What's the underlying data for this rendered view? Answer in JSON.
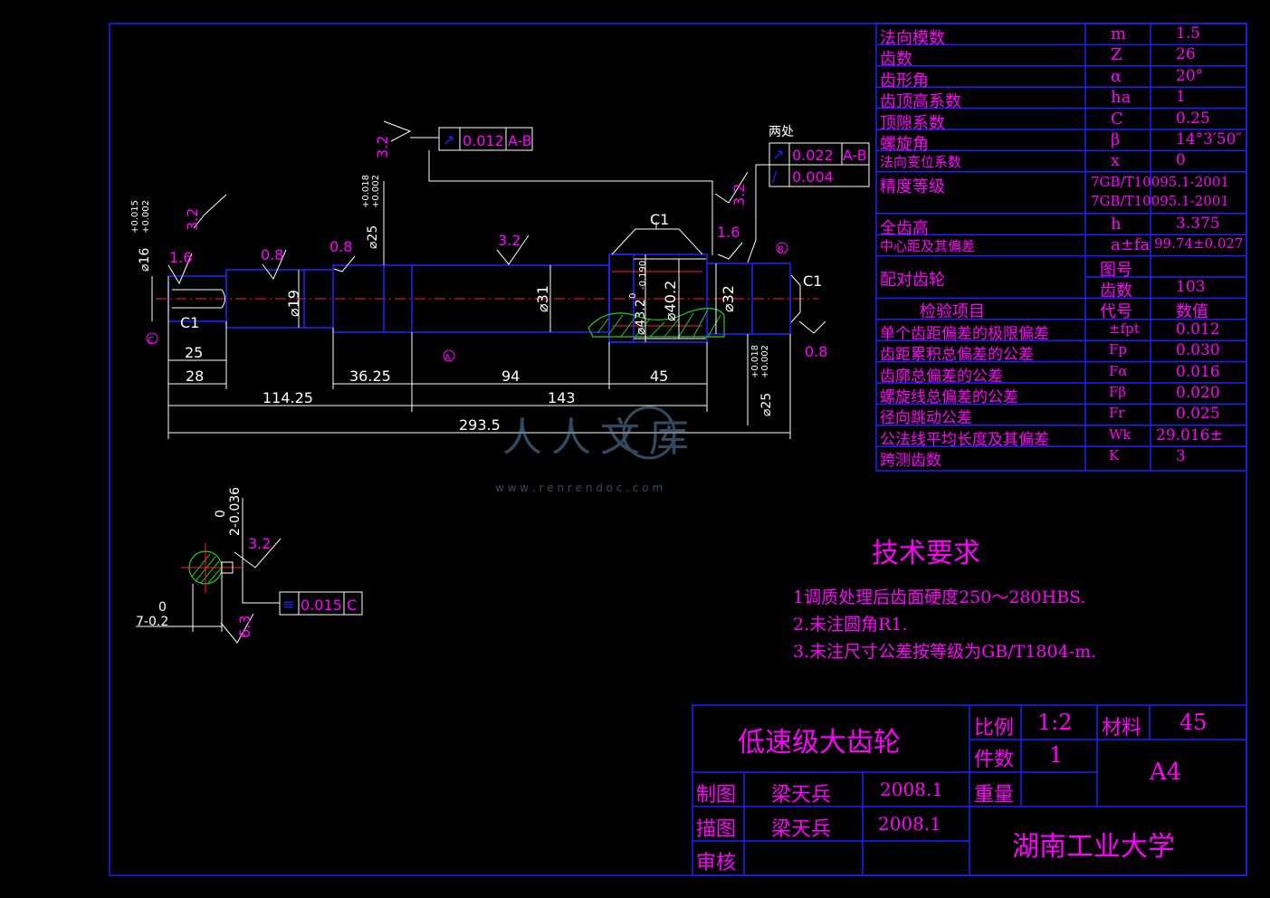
{
  "colors": {
    "background": "#000000",
    "frame": "#2020ff",
    "text": "#ff00ff",
    "outline": "#ffffff",
    "centerline": "#ff2020",
    "hatch": "#22cc22"
  },
  "params_table": [
    {
      "name": "法向模数",
      "symbol": "m",
      "value": "1.5"
    },
    {
      "name": "齿数",
      "symbol": "Z",
      "value": "26"
    },
    {
      "name": "齿形角",
      "symbol": "α",
      "value": "20°"
    },
    {
      "name": "齿顶高系数",
      "symbol": "ha",
      "value": "1"
    },
    {
      "name": "顶隙系数",
      "symbol": "C",
      "value": "0.25"
    },
    {
      "name": "螺旋角",
      "symbol": "β",
      "value": "14°3′50″"
    },
    {
      "name": "法向变位系数",
      "symbol": "x",
      "value": "0"
    },
    {
      "name": "精度等级",
      "symbol": "7GB/T10095.1-2001",
      "value": "7GB/T10095.1-2001"
    },
    {
      "name": "全齿高",
      "symbol": "h",
      "value": "3.375"
    },
    {
      "name": "中心距及其偏差",
      "symbol": "a±fa",
      "value": "99.74±0.027"
    }
  ],
  "mating_gear": {
    "label": "配对齿轮",
    "rows": [
      {
        "name": "图号",
        "value": ""
      },
      {
        "name": "齿数",
        "value": "103"
      }
    ]
  },
  "inspection": {
    "header": {
      "item": "检验项目",
      "code": "代号",
      "value": "数值"
    },
    "rows": [
      {
        "name": "单个齿距偏差的极限偏差",
        "symbol": "±fpt",
        "value": "0.012"
      },
      {
        "name": "齿距累积总偏差的公差",
        "symbol": "Fp",
        "value": "0.030"
      },
      {
        "name": "齿廓总偏差的公差",
        "symbol": "Fα",
        "value": "0.016"
      },
      {
        "name": "螺旋线总偏差的公差",
        "symbol": "Fβ",
        "value": "0.020"
      },
      {
        "name": "径向跳动公差",
        "symbol": "Fr",
        "value": "0.025"
      },
      {
        "name": "公法线平均长度及其偏差",
        "symbol": "Wk",
        "value": "29.016±"
      },
      {
        "name": "跨测齿数",
        "symbol": "K",
        "value": "3"
      }
    ]
  },
  "tech_requirements": {
    "title": "技术要求",
    "items": [
      "1调质处理后齿面硬度250～280HBS.",
      "2.未注圆角R1.",
      "3.未注尺寸公差按等级为GB/T1804-m."
    ]
  },
  "title_block": {
    "part_name": "低速级大齿轮",
    "scale_label": "比例",
    "scale": "1:2",
    "material_label": "材料",
    "material": "45",
    "quantity_label": "件数",
    "quantity": "1",
    "weight_label": "重量",
    "sheet": "A4",
    "drawn_label": "制图",
    "drawn_by": "梁天兵",
    "drawn_date": "2008.1",
    "traced_label": "描图",
    "traced_by": "梁天兵",
    "traced_date": "2008.1",
    "checked_label": "审核",
    "school": "湖南工业大学"
  },
  "drawing": {
    "dims": [
      "25",
      "28",
      "36.25",
      "94",
      "45",
      "114.25",
      "143",
      "293.5"
    ],
    "diameters": [
      "⌀19",
      "⌀31",
      "⌀40.2",
      "⌀32",
      "⌀43.2",
      "⌀16",
      "⌀25",
      "⌀25"
    ],
    "tolerances": {
      "d16_upper": "+0.015",
      "d16_lower": "+0.002",
      "d25_upper": "+0.018",
      "d25_lower": "+0.002",
      "d432_upper": "0",
      "d432_lower": "-0.190",
      "keyway_upper": "0",
      "keyway_lower": "2-0.036",
      "key_depth_upper": "0",
      "key_depth_lower": "7-0.2"
    },
    "chamfers": [
      "C1",
      "C1",
      "C1"
    ],
    "roughness": [
      "3.2",
      "3.2",
      "1.6",
      "0.8",
      "0.8",
      "3.2",
      "1.6",
      "3.2",
      "0.8",
      "3.2",
      "6.3"
    ],
    "datums": [
      "C",
      "A",
      "B"
    ],
    "gtol": [
      {
        "value": "0.012",
        "ref": "A-B"
      },
      {
        "value": "0.022",
        "ref": "A-B"
      },
      {
        "value": "0.004",
        "ref": ""
      },
      {
        "value": "0.015",
        "ref": "C"
      }
    ],
    "two_places": "两处"
  },
  "watermark": {
    "text": "人人文库",
    "url": "w w w . r e n r e n d o c . c o m"
  }
}
